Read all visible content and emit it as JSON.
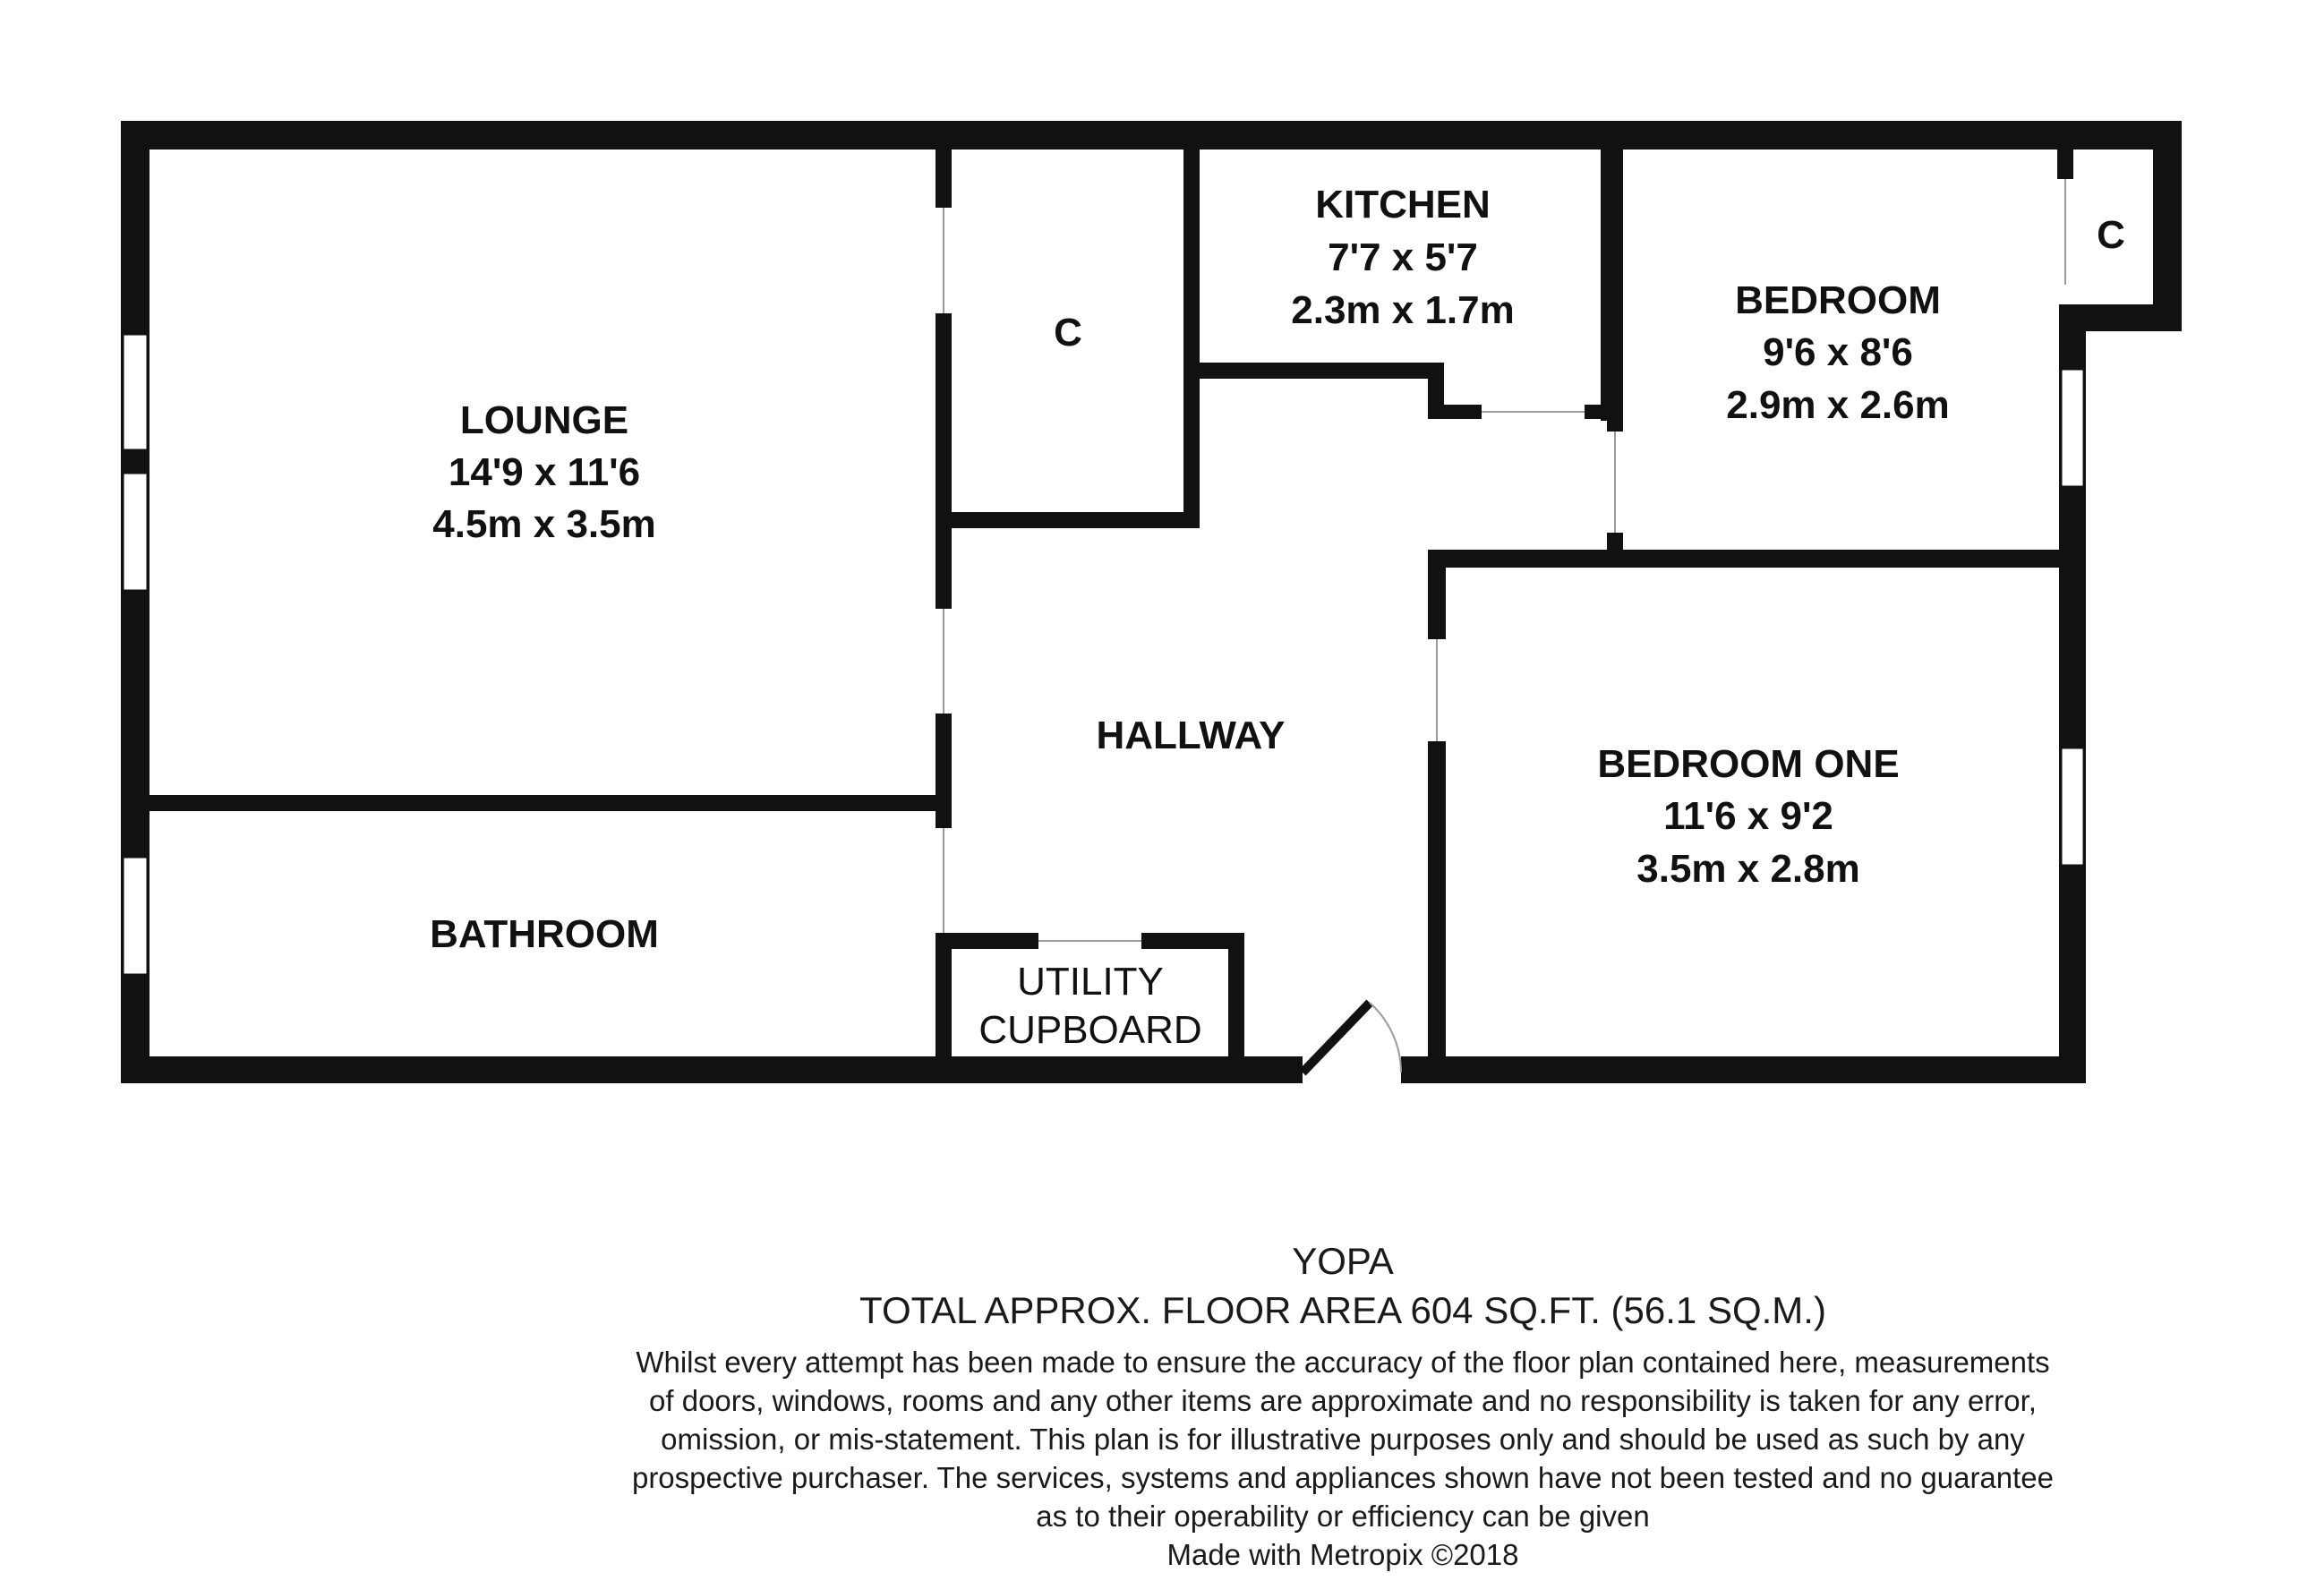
{
  "rooms": {
    "lounge": {
      "name": "LOUNGE",
      "imperial": "14'9 x 11'6",
      "metric": "4.5m x 3.5m"
    },
    "kitchen": {
      "name": "KITCHEN",
      "imperial": "7'7 x 5'7",
      "metric": "2.3m x 1.7m"
    },
    "bedroom": {
      "name": "BEDROOM",
      "imperial": "9'6 x 8'6",
      "metric": "2.9m x 2.6m"
    },
    "bedroom_one": {
      "name": "BEDROOM ONE",
      "imperial": "11'6 x 9'2",
      "metric": "3.5m x 2.8m"
    },
    "hallway": {
      "name": "HALLWAY"
    },
    "bathroom": {
      "name": "BATHROOM"
    },
    "utility": {
      "line1": "UTILITY",
      "line2": "CUPBOARD"
    },
    "cupboard_mid": {
      "name": "C"
    },
    "cupboard_right": {
      "name": "C"
    }
  },
  "footer": {
    "brand": "YOPA",
    "area": "TOTAL APPROX. FLOOR AREA 604 SQ.FT. (56.1 SQ.M.)",
    "disclaimer": [
      "Whilst every attempt has been made to ensure the accuracy of the floor plan contained here, measurements",
      "of doors, windows, rooms and any other items are approximate and no responsibility is taken for any error,",
      "omission, or mis-statement. This plan is for illustrative purposes only and should be used as such by any",
      "prospective purchaser. The services, systems and appliances shown have not been tested and no guarantee",
      "as to their operability or efficiency can be given"
    ],
    "credit": "Made with Metropix ©2018"
  }
}
